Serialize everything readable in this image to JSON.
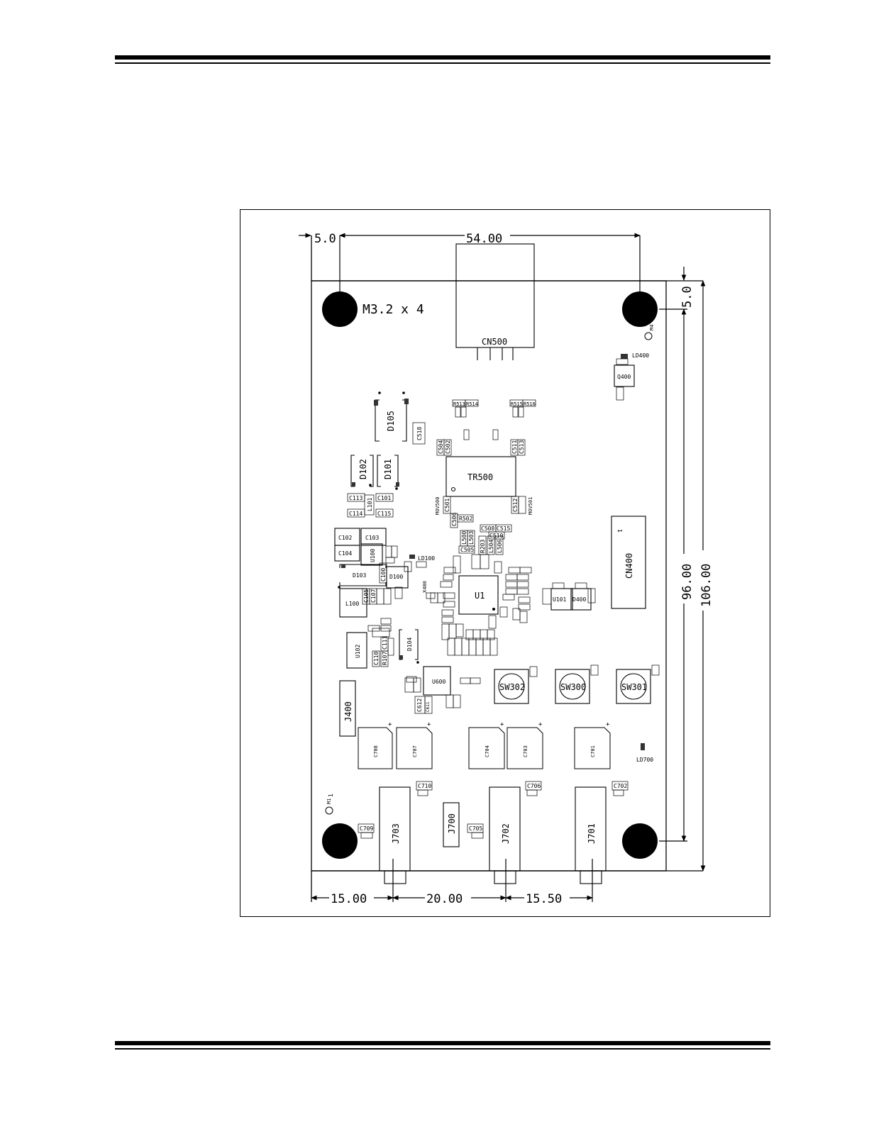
{
  "dimensions": {
    "top_offset": "5.0",
    "top_span": "54.00",
    "right_offset": "5.0",
    "right_inner": "96.00",
    "right_total": "106.00",
    "bottom_a": "15.00",
    "bottom_b": "20.00",
    "bottom_c": "15.50"
  },
  "mount_note": "M3.2 x 4",
  "pins": {
    "one": "1"
  },
  "components": {
    "CN500": "CN500",
    "TR500": "TR500",
    "CN400": "CN400",
    "U1": "U1",
    "U100": "U100",
    "U101": "U101",
    "U102": "U102",
    "U600": "U600",
    "D100": "D100",
    "D101": "D101",
    "D102": "D102",
    "D103": "D103",
    "D104": "D104",
    "D105": "D105",
    "D400": "D400",
    "L100": "L100",
    "L101": "L101",
    "Q400": "Q400",
    "LD100": "LD100",
    "LD400": "LD400",
    "LD700": "LD700",
    "M1": "M1",
    "M4": "M4",
    "SW300": "SW300",
    "SW301": "SW301",
    "SW302": "SW302",
    "J400": "J400",
    "J700": "J700",
    "J701": "J701",
    "J702": "J702",
    "J703": "J703",
    "C101": "C101",
    "C102": "C102",
    "C103": "C103",
    "C104": "C104",
    "C113": "C113",
    "C114": "C114",
    "C115": "C115",
    "C100": "C100",
    "C105": "C105",
    "C107": "C107",
    "C110": "C110",
    "C111": "C111",
    "C518": "C518",
    "C504": "C504",
    "C502": "C502",
    "C511": "C511",
    "C513": "C513",
    "C501": "C501",
    "C506": "C506",
    "C512": "C512",
    "C505": "C505",
    "C508": "C508",
    "C515": "C515",
    "C510": "C510",
    "C612": "C612",
    "C611": "C611",
    "C701": "C701",
    "C702": "C702",
    "C703": "C703",
    "C704": "C704",
    "C705": "C705",
    "C706": "C706",
    "C707": "C707",
    "C708": "C708",
    "C709": "C709",
    "C710": "C710",
    "R513": "R513",
    "R514": "R514",
    "R515": "R515",
    "R516": "R516",
    "R502": "R502",
    "R203": "R203",
    "R107": "R107",
    "L500": "L500",
    "L503": "L503",
    "L504": "L504",
    "L506": "L506",
    "MOV500": "MOV500",
    "MOV501": "MOV501",
    "X400": "X400"
  }
}
